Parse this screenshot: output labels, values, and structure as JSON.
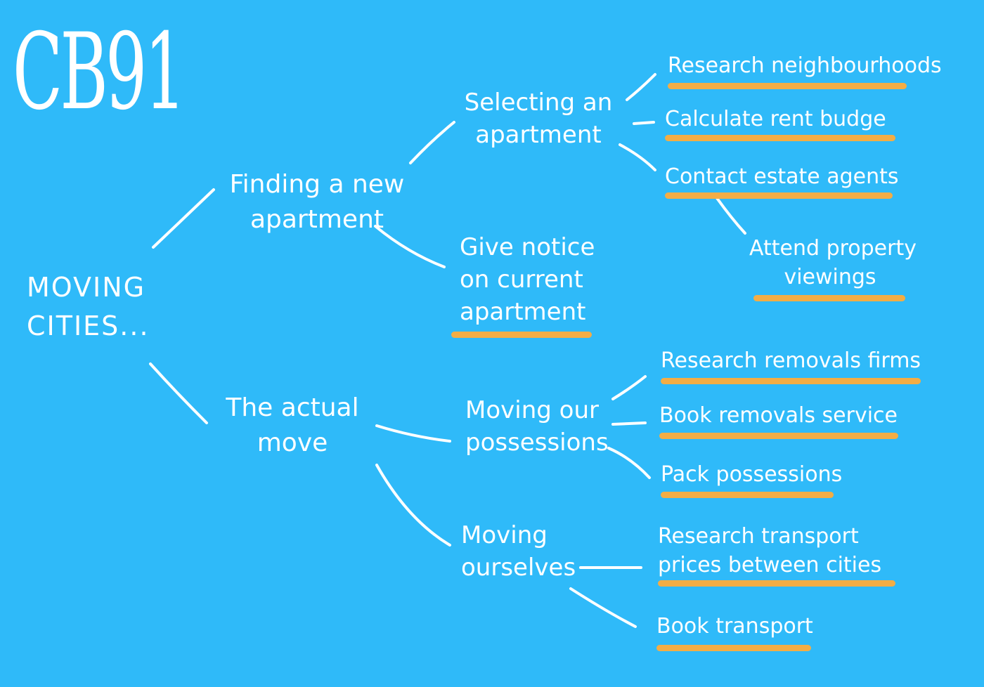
{
  "colors": {
    "background": "#2fbaf9",
    "text": "#ffffff",
    "underline": "#f3ad45"
  },
  "logo": {
    "text": "CB91"
  },
  "root": {
    "lines": [
      "MOVING",
      "CITIES..."
    ]
  },
  "branches": {
    "finding": {
      "lines": [
        "Finding a new",
        "apartment"
      ]
    },
    "actual_move": {
      "lines": [
        "The actual",
        "move"
      ]
    }
  },
  "sub_branches": {
    "selecting": {
      "lines": [
        "Selecting an",
        "apartment"
      ]
    },
    "give_notice": {
      "lines": [
        "Give notice",
        "on current",
        "apartment"
      ]
    },
    "moving_possessions": {
      "lines": [
        "Moving our",
        "possessions"
      ]
    },
    "moving_ourselves": {
      "lines": [
        "Moving",
        "ourselves"
      ]
    }
  },
  "leaves": {
    "research_neighbourhoods": {
      "lines": [
        "Research neighbourhoods"
      ]
    },
    "calculate_rent": {
      "lines": [
        "Calculate rent budge"
      ]
    },
    "contact_agents": {
      "lines": [
        "Contact estate agents"
      ]
    },
    "attend_viewings": {
      "lines": [
        "Attend property",
        "viewings"
      ]
    },
    "research_removals": {
      "lines": [
        "Research removals firms"
      ]
    },
    "book_removals": {
      "lines": [
        "Book removals service"
      ]
    },
    "pack_possessions": {
      "lines": [
        "Pack possessions"
      ]
    },
    "research_transport": {
      "lines": [
        "Research transport",
        "prices between cities"
      ]
    },
    "book_transport": {
      "lines": [
        "Book transport"
      ]
    }
  }
}
